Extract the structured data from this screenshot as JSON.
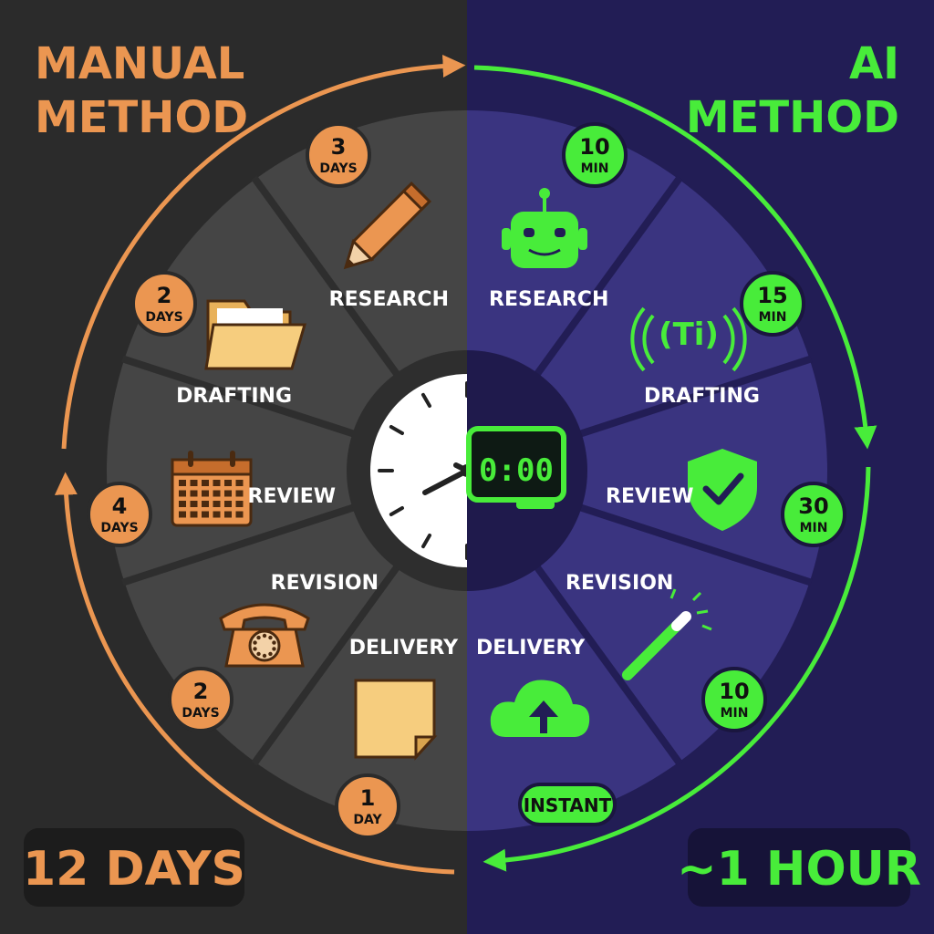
{
  "colors": {
    "manual_bg": "#2b2b2b",
    "ai_bg": "#221d55",
    "manual_wedge": "#454545",
    "ai_wedge": "#3a3480",
    "manual_accent": "#eb9651",
    "ai_accent": "#48ec3a"
  },
  "manual": {
    "title_line1": "MANUAL",
    "title_line2": "METHOD",
    "total": "12 DAYS",
    "steps": [
      {
        "label": "RESEARCH",
        "icon": "pencil-icon",
        "badge_line1": "3",
        "badge_line2": "DAYS"
      },
      {
        "label": "DRAFTING",
        "icon": "folder-icon",
        "badge_line1": "2",
        "badge_line2": "DAYS"
      },
      {
        "label": "REVIEW",
        "icon": "calendar-icon",
        "badge_line1": "4",
        "badge_line2": "DAYS"
      },
      {
        "label": "REVISION",
        "icon": "telephone-icon",
        "badge_line1": "2",
        "badge_line2": "DAYS"
      },
      {
        "label": "DELIVERY",
        "icon": "sticky-note-icon",
        "badge_line1": "1",
        "badge_line2": "DAY"
      }
    ]
  },
  "ai": {
    "title_line1": "AI",
    "title_line2": "METHOD",
    "total": "~1 HOUR",
    "clock_display": "0:00",
    "steps": [
      {
        "label": "RESEARCH",
        "icon": "robot-icon",
        "badge_line1": "10",
        "badge_line2": "MIN"
      },
      {
        "label": "DRAFTING",
        "icon": "text-broadcast-icon",
        "icon_text": "(Ti)",
        "badge_line1": "15",
        "badge_line2": "MIN"
      },
      {
        "label": "REVIEW",
        "icon": "shield-check-icon",
        "badge_line1": "30",
        "badge_line2": "MIN"
      },
      {
        "label": "REVISION",
        "icon": "magic-wand-icon",
        "badge_line1": "10",
        "badge_line2": "MIN"
      },
      {
        "label": "DELIVERY",
        "icon": "cloud-upload-icon",
        "badge_line1": "INSTANT"
      }
    ]
  }
}
